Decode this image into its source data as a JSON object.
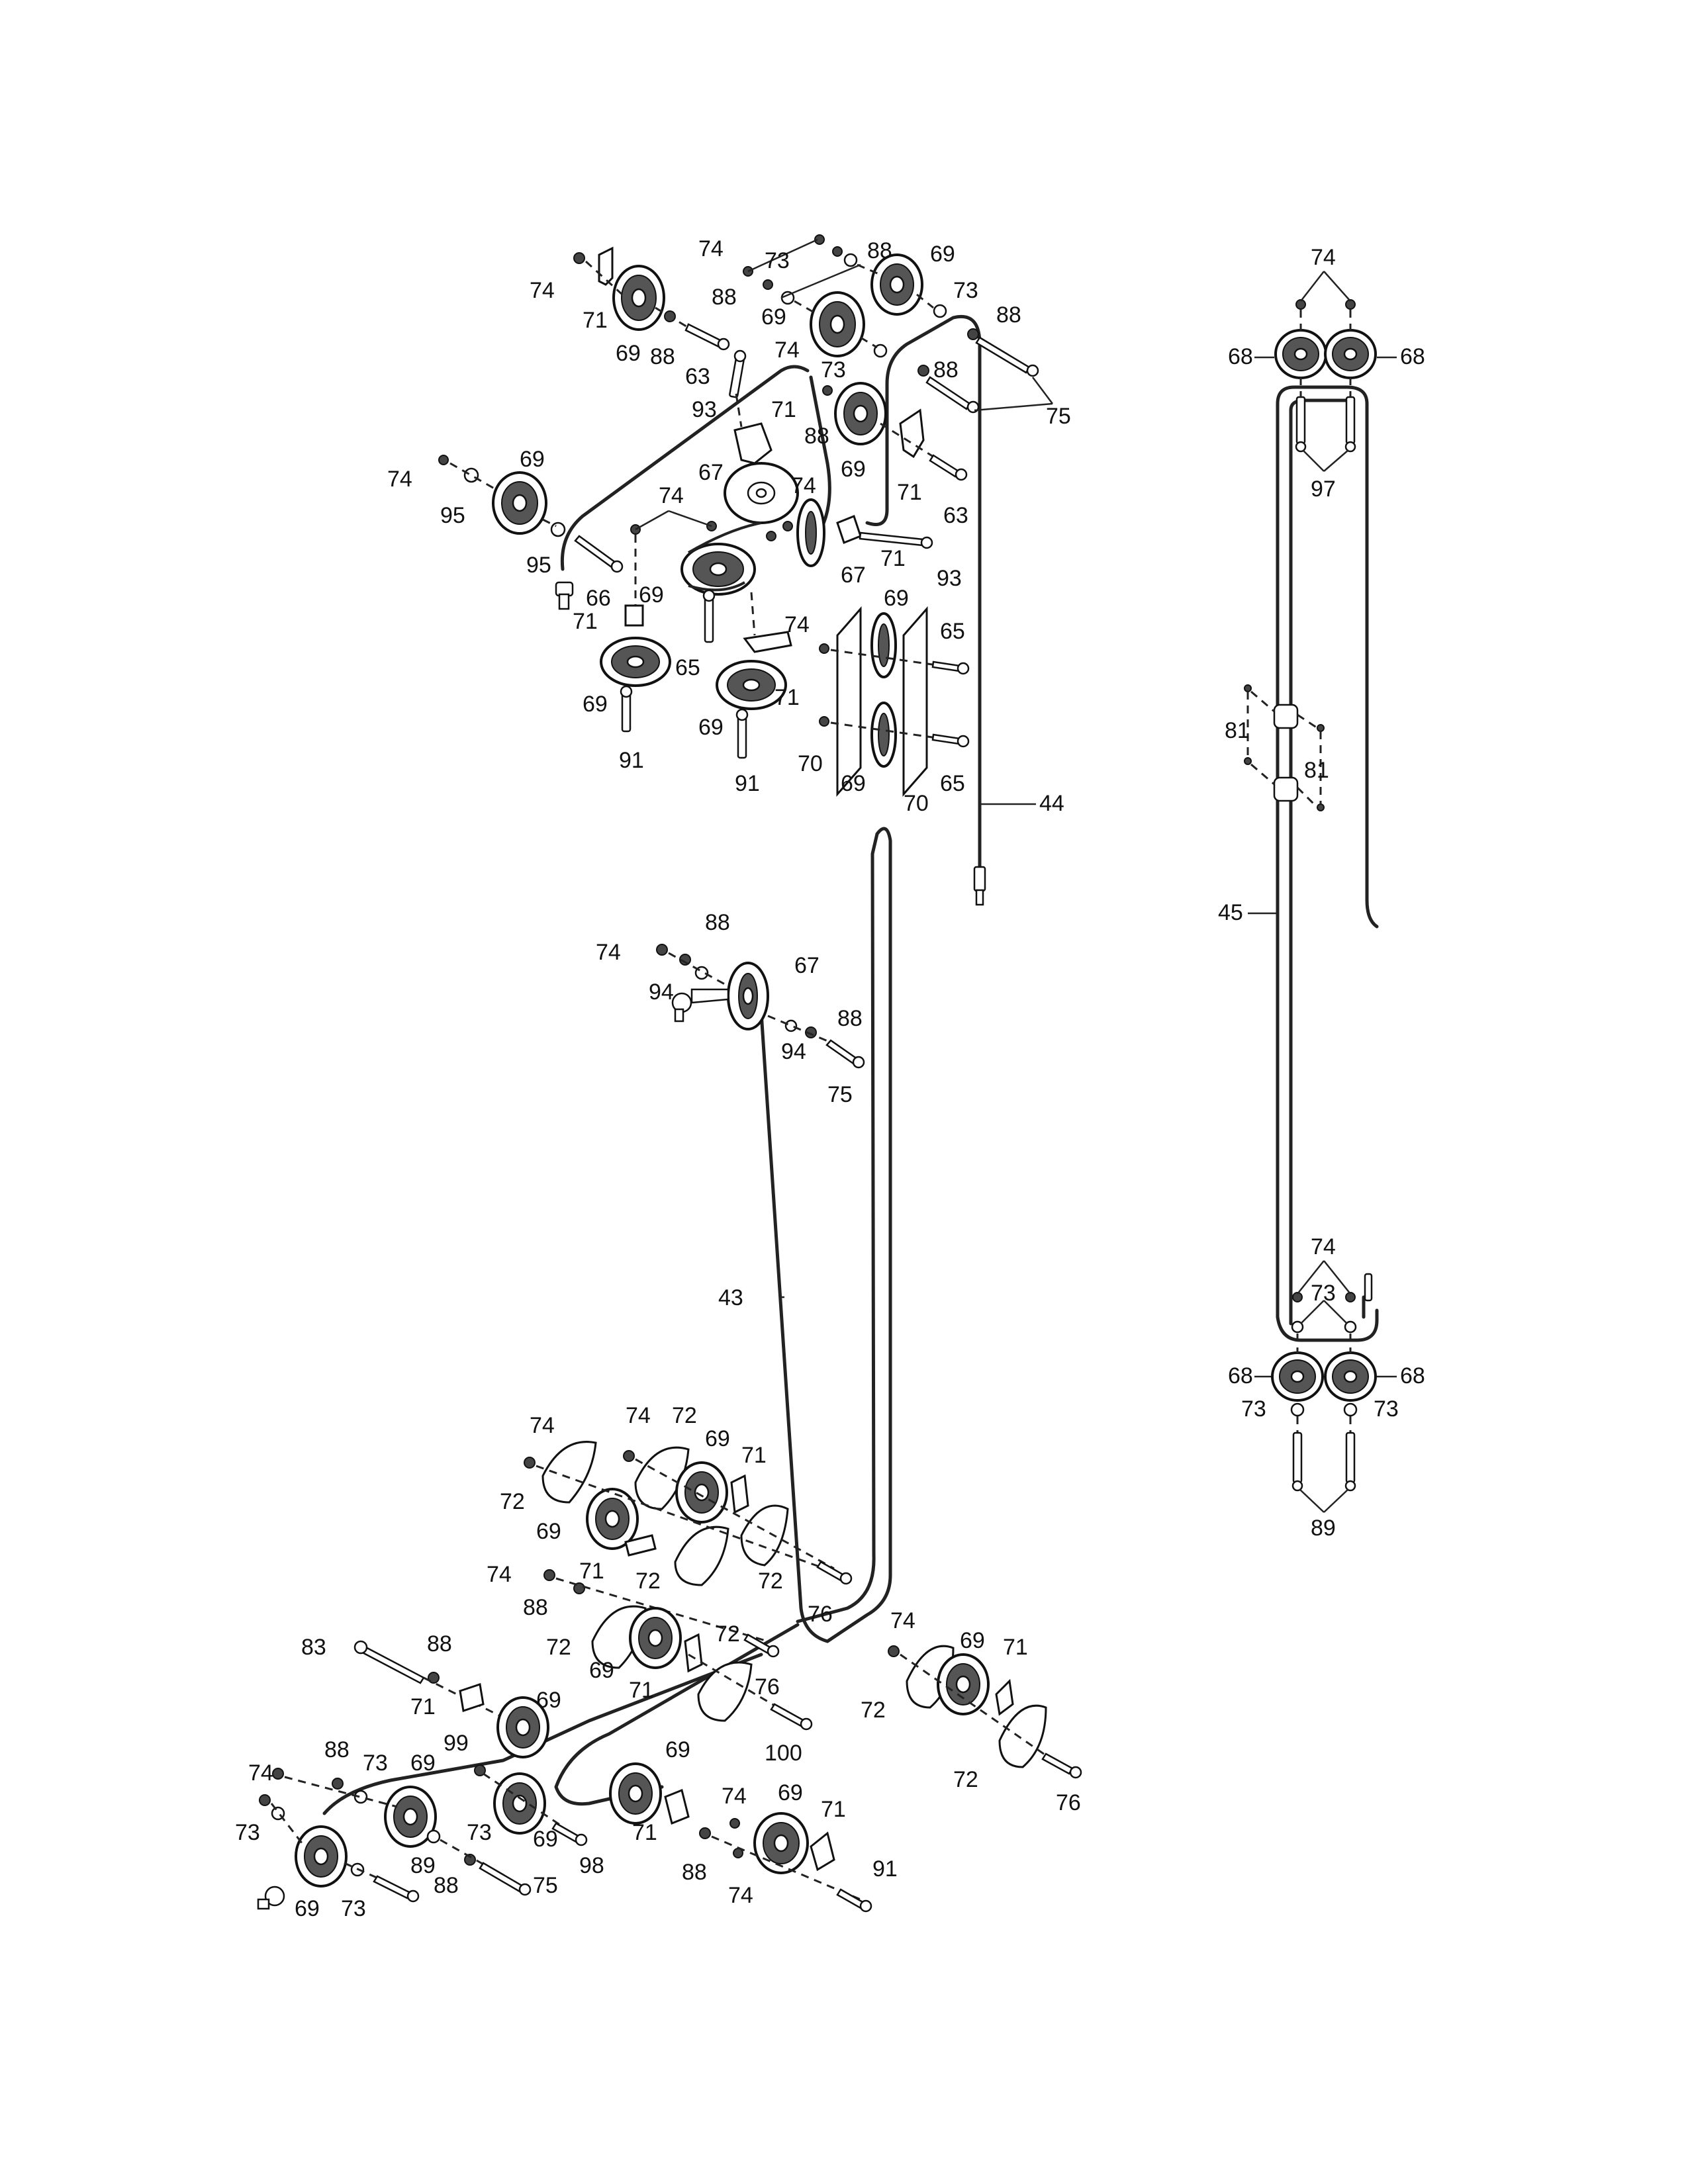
{
  "diagram": {
    "labels": {
      "p43": "43",
      "p44": "44",
      "p45": "45",
      "p63": "63",
      "p65": "65",
      "p66": "66",
      "p67": "67",
      "p68": "68",
      "p69": "69",
      "p70": "70",
      "p71": "71",
      "p72": "72",
      "p73": "73",
      "p74": "74",
      "p75": "75",
      "p76": "76",
      "p81": "81",
      "p83": "83",
      "p88": "88",
      "p89": "89",
      "p91": "91",
      "p93": "93",
      "p94": "94",
      "p95": "95",
      "p97": "97",
      "p98": "98",
      "p99": "99",
      "p100": "100"
    }
  }
}
